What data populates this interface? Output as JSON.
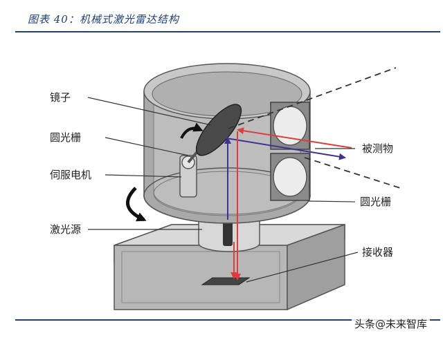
{
  "figure": {
    "title": "图表 40：机械式激光雷达结构"
  },
  "labels": {
    "mirror": "镜子",
    "grating_left": "圆光栅",
    "servo_motor": "伺服电机",
    "laser_source": "激光源",
    "target": "被测物",
    "grating_right": "圆光栅",
    "receiver": "接收器"
  },
  "watermark": "头条@未来智库",
  "colors": {
    "title": "#1f3f7a",
    "emitted_beam": "#e23b3b",
    "reflected_beam": "#3a3497",
    "housing": "#8d8d8d"
  }
}
